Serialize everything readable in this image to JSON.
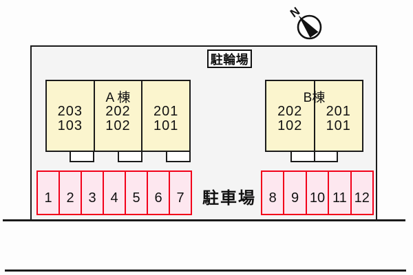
{
  "compass": {
    "north_label": "N"
  },
  "labels": {
    "bike_parking": "駐輪場",
    "car_parking": "駐車場"
  },
  "buildings": {
    "a": {
      "name": "A 棟",
      "sections": [
        {
          "upper": "203",
          "lower": "103"
        },
        {
          "upper": "202",
          "lower": "102"
        },
        {
          "upper": "201",
          "lower": "101"
        }
      ]
    },
    "b": {
      "name": "B棟",
      "sections": [
        {
          "upper": "202",
          "lower": "102"
        },
        {
          "upper": "201",
          "lower": "101"
        }
      ]
    }
  },
  "parking": {
    "left_spaces": [
      "1",
      "2",
      "3",
      "4",
      "5",
      "6",
      "7"
    ],
    "right_spaces": [
      "8",
      "9",
      "10",
      "11",
      "12"
    ]
  },
  "colors": {
    "building_fill": "#fbf5ce",
    "building_outline": "#1a1a1a",
    "parking_fill": "#fde7ef",
    "parking_outline": "#f20019",
    "line_color": "#1a1a1a"
  }
}
